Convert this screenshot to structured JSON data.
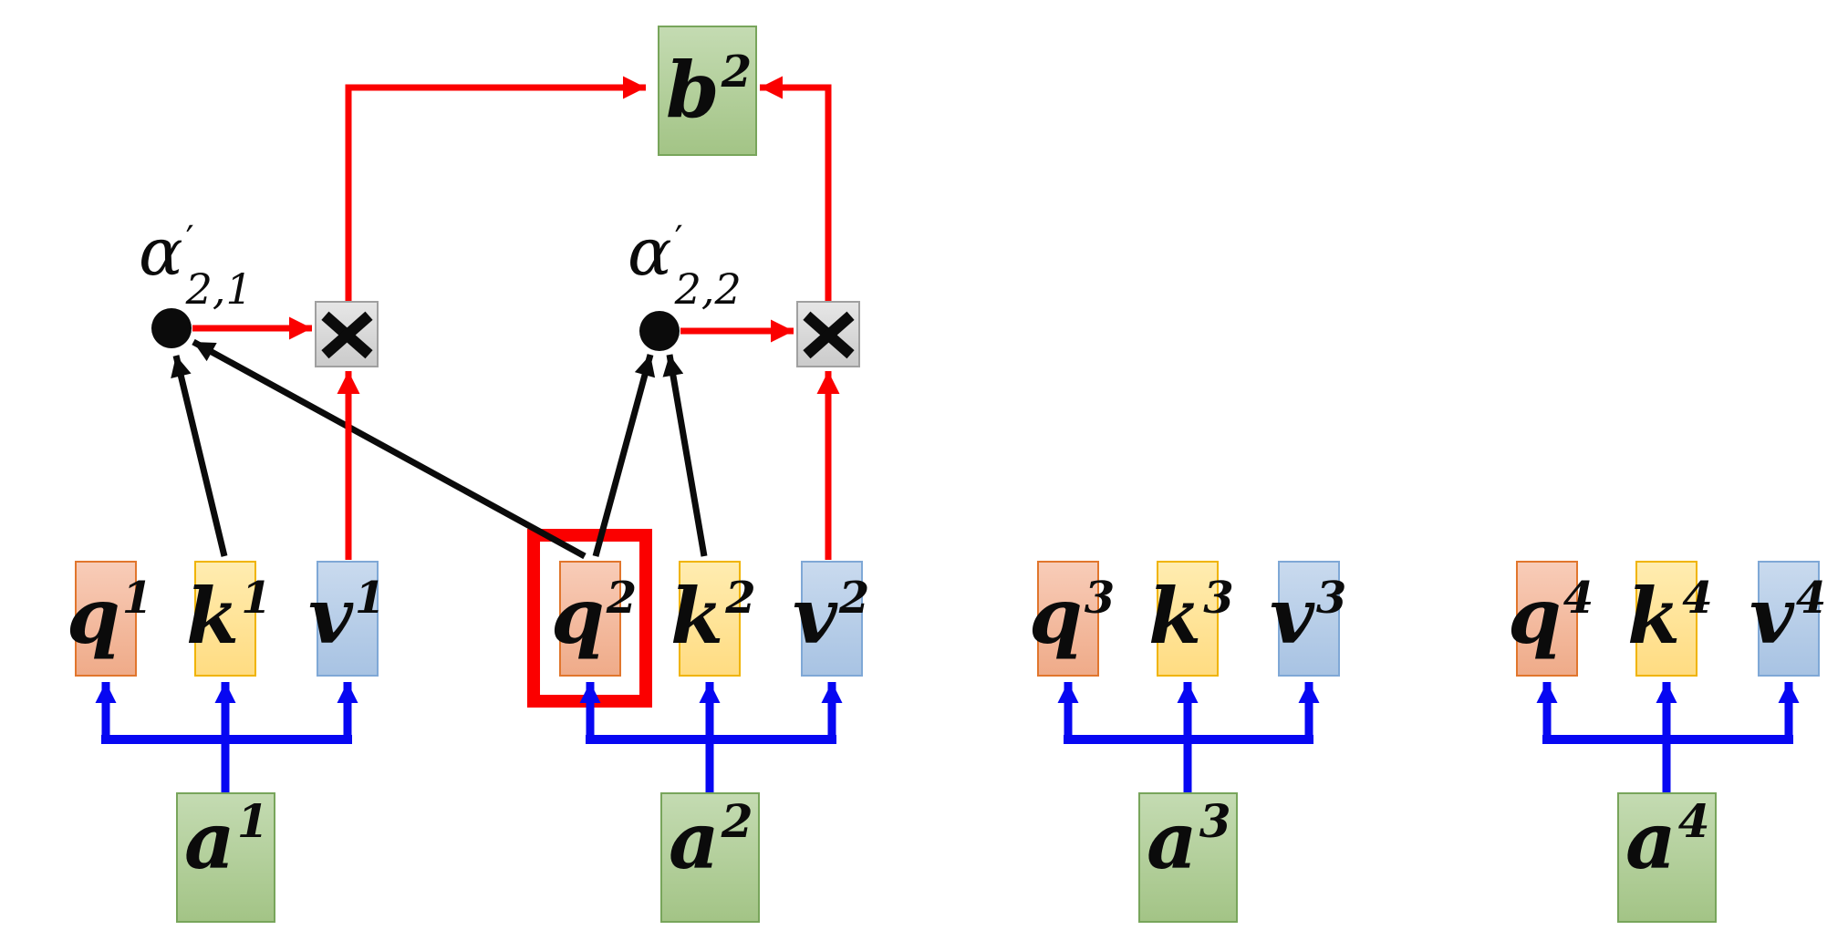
{
  "diagram_type": "self-attention-weighted-sum",
  "colors": {
    "red": "#fb0000",
    "blue": "#0707f2",
    "ink": "#0b0b0b",
    "q_border": "#e1762d",
    "q_top": "#f8ccb8",
    "q_bot": "#efab89",
    "k_border": "#f0b400",
    "k_top": "#ffecb0",
    "k_bot": "#ffdc82",
    "v_border": "#7fa8d6",
    "v_top": "#c9daee",
    "v_bot": "#a8c3e3",
    "g_border": "#78a55b",
    "g_top": "#c4dbb2",
    "g_bot": "#a3c486",
    "op_border": "#a0a0a0",
    "op_top": "#e6e6e6",
    "op_bot": "#cbcbcb"
  },
  "output": {
    "base": "b",
    "sup": "2"
  },
  "scores": [
    {
      "base": "α",
      "prime": "′",
      "sub": "2,1"
    },
    {
      "base": "α",
      "prime": "′",
      "sub": "2,2"
    }
  ],
  "operators": [
    {
      "icon": "multiply"
    },
    {
      "icon": "multiply"
    }
  ],
  "highlight": {
    "target": "q2"
  },
  "groups": [
    {
      "q": {
        "base": "q",
        "sup": "1"
      },
      "k": {
        "base": "k",
        "sup": "1"
      },
      "v": {
        "base": "v",
        "sup": "1"
      },
      "a": {
        "base": "a",
        "sup": "1"
      }
    },
    {
      "q": {
        "base": "q",
        "sup": "2"
      },
      "k": {
        "base": "k",
        "sup": "2"
      },
      "v": {
        "base": "v",
        "sup": "2"
      },
      "a": {
        "base": "a",
        "sup": "2"
      }
    },
    {
      "q": {
        "base": "q",
        "sup": "3"
      },
      "k": {
        "base": "k",
        "sup": "3"
      },
      "v": {
        "base": "v",
        "sup": "3"
      },
      "a": {
        "base": "a",
        "sup": "3"
      }
    },
    {
      "q": {
        "base": "q",
        "sup": "4"
      },
      "k": {
        "base": "k",
        "sup": "4"
      },
      "v": {
        "base": "v",
        "sup": "4"
      },
      "a": {
        "base": "a",
        "sup": "4"
      }
    }
  ]
}
